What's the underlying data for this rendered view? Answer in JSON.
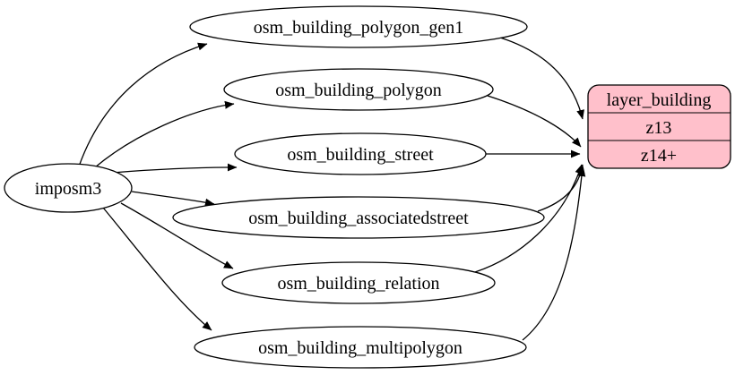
{
  "diagram": {
    "type": "graphviz-flow",
    "background_color": "#ffffff",
    "edge_color": "#000000",
    "table_node_fill": "#ffffff",
    "node_stroke_color": "#000000",
    "source_node": {
      "label": "imposm3"
    },
    "tables": [
      {
        "label": "osm_building_polygon_gen1"
      },
      {
        "label": "osm_building_polygon"
      },
      {
        "label": "osm_building_street"
      },
      {
        "label": "osm_building_associatedstreet"
      },
      {
        "label": "osm_building_relation"
      },
      {
        "label": "osm_building_multipolygon"
      }
    ],
    "layer": {
      "title": "layer_building",
      "rows": [
        "z13",
        "z14+"
      ],
      "fill": "#ffc0cb"
    },
    "edges": [
      {
        "from": "imposm3",
        "to": "osm_building_polygon_gen1"
      },
      {
        "from": "imposm3",
        "to": "osm_building_polygon"
      },
      {
        "from": "imposm3",
        "to": "osm_building_street"
      },
      {
        "from": "imposm3",
        "to": "osm_building_associatedstreet"
      },
      {
        "from": "imposm3",
        "to": "osm_building_relation"
      },
      {
        "from": "imposm3",
        "to": "osm_building_multipolygon"
      },
      {
        "from": "osm_building_polygon_gen1",
        "to": "layer_building:z13"
      },
      {
        "from": "osm_building_polygon",
        "to": "layer_building:z14+"
      },
      {
        "from": "osm_building_street",
        "to": "layer_building:z14+"
      },
      {
        "from": "osm_building_associatedstreet",
        "to": "layer_building:z14+"
      },
      {
        "from": "osm_building_relation",
        "to": "layer_building:z14+"
      },
      {
        "from": "osm_building_multipolygon",
        "to": "layer_building:z14+"
      }
    ]
  }
}
